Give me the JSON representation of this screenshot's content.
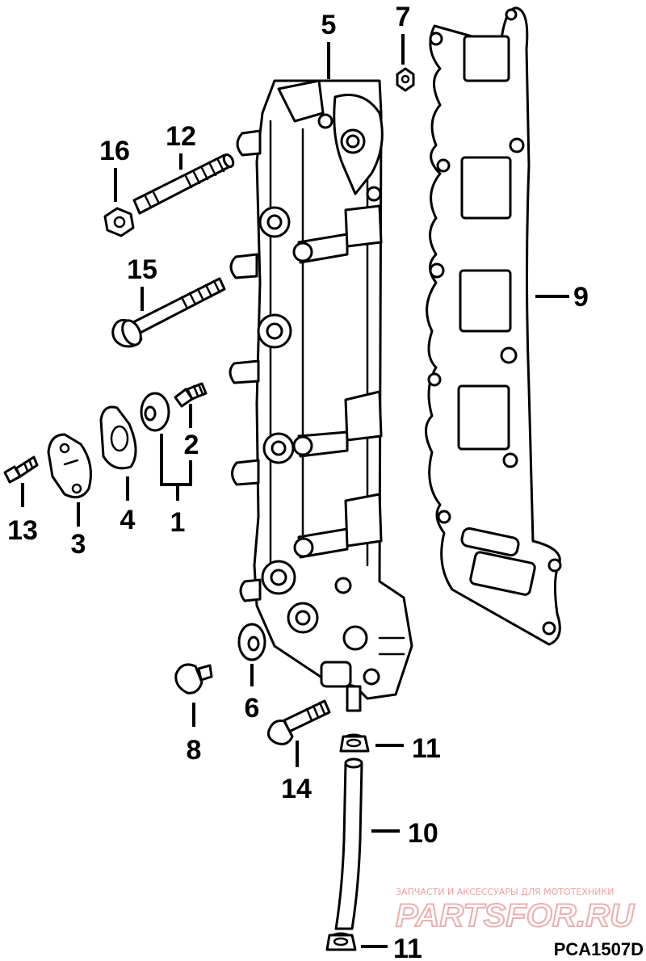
{
  "diagram": {
    "code": "PCA1507D",
    "callouts": [
      {
        "id": "c5",
        "text": "5"
      },
      {
        "id": "c7",
        "text": "7"
      },
      {
        "id": "c12",
        "text": "12"
      },
      {
        "id": "c16",
        "text": "16"
      },
      {
        "id": "c15",
        "text": "15"
      },
      {
        "id": "c9",
        "text": "9"
      },
      {
        "id": "c2",
        "text": "2"
      },
      {
        "id": "c13",
        "text": "13"
      },
      {
        "id": "c3",
        "text": "3"
      },
      {
        "id": "c4",
        "text": "4"
      },
      {
        "id": "c1",
        "text": "1"
      },
      {
        "id": "c6",
        "text": "6"
      },
      {
        "id": "c8",
        "text": "8"
      },
      {
        "id": "c14",
        "text": "14"
      },
      {
        "id": "c11a",
        "text": "11"
      },
      {
        "id": "c10",
        "text": "10"
      },
      {
        "id": "c11b",
        "text": "11"
      }
    ]
  },
  "watermark": {
    "tagline": "ЗАПЧАСТИ И АКСЕССУАРЫ ДЛЯ МОТОТЕХНИКИ",
    "brand": "PARTSFOR.RU"
  }
}
